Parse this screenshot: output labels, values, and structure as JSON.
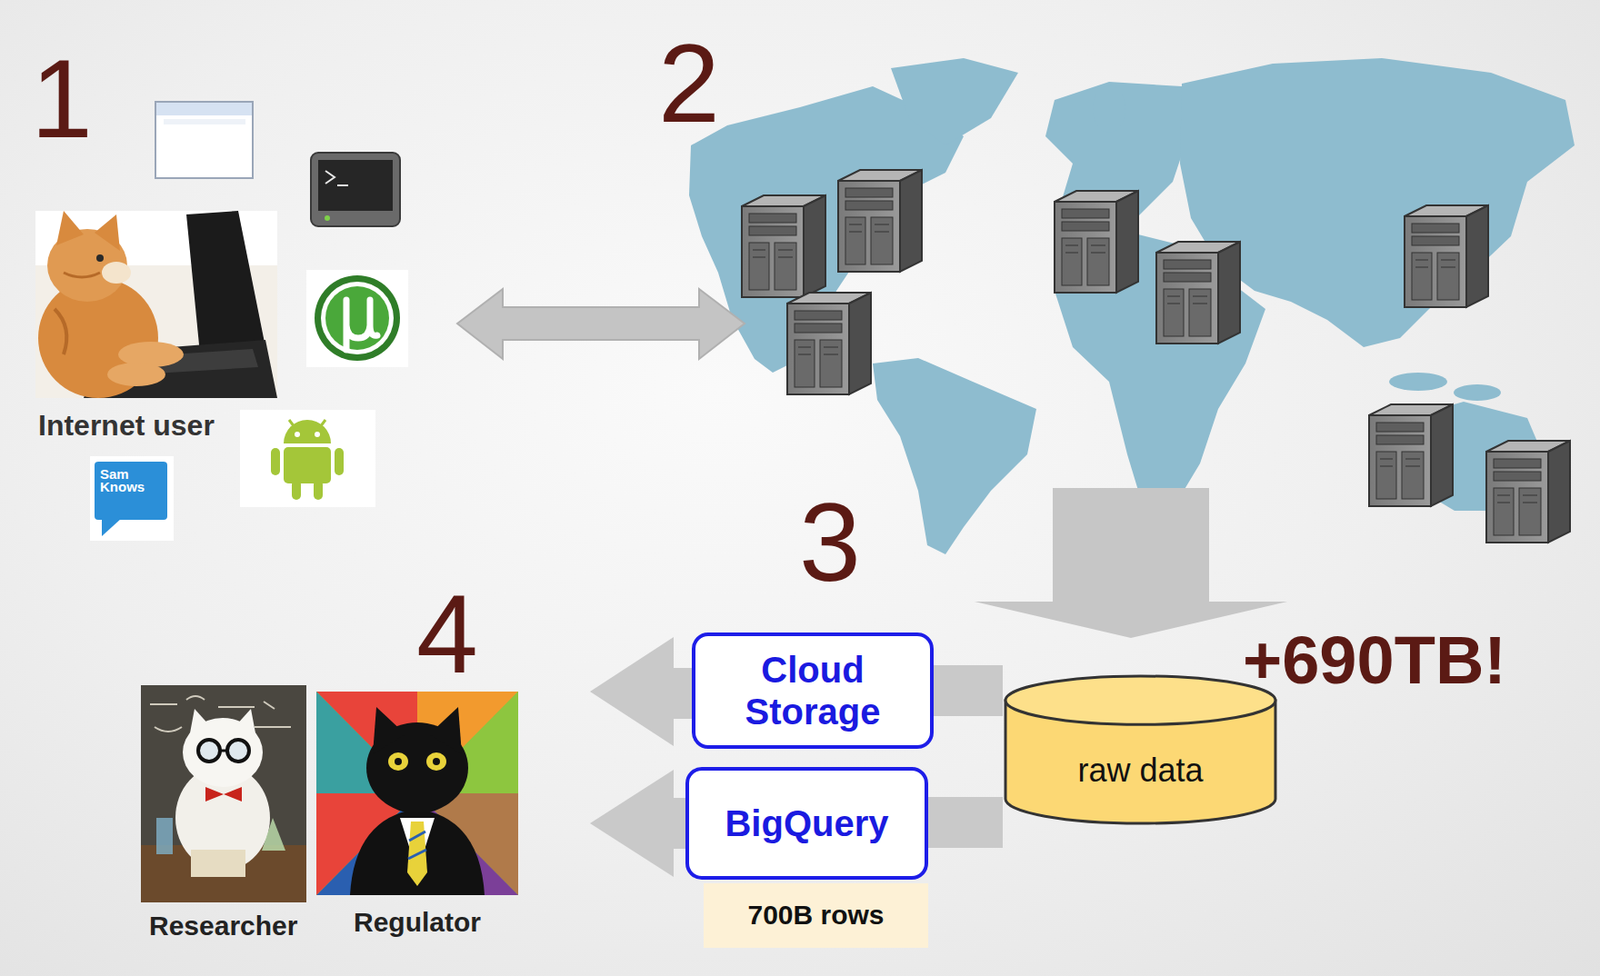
{
  "diagram": {
    "nodes": [
      {
        "text": [
          "Cloud Storage"
        ]
      },
      {
        "text": [
          "BigQuery"
        ]
      },
      {
        "text": [
          "700B rows"
        ]
      },
      {
        "text": [
          "raw data"
        ]
      }
    ],
    "edges": [
      {
        "from": 3,
        "to": 0,
        "arrow": "none"
      },
      {
        "from": 3,
        "to": 1,
        "arrow": "none"
      }
    ],
    "labels": [
      "1",
      "2",
      "Internet user",
      "Sam Knows",
      "3",
      "+690TB!",
      "4",
      "Researcher",
      "Regulator"
    ]
  }
}
